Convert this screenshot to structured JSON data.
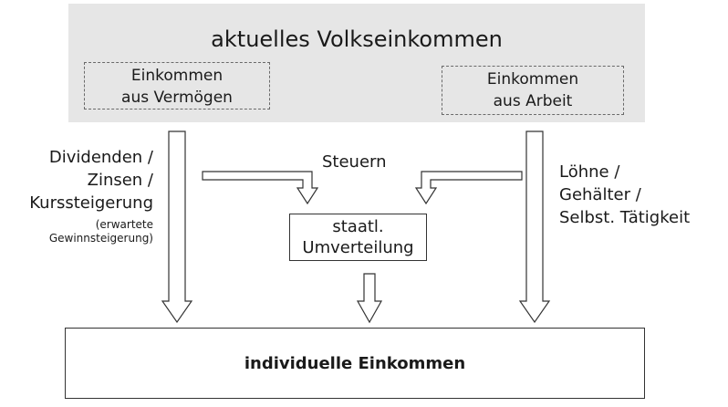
{
  "diagram": {
    "title": "aktuelles Volkseinkommen",
    "left_source": [
      "Einkommen",
      "aus Vermögen"
    ],
    "right_source": [
      "Einkommen",
      "aus Arbeit"
    ],
    "left_flow": [
      "Dividenden /",
      "Zinsen /",
      "Kurssteigerung"
    ],
    "left_flow_note": [
      "(erwartete",
      "Gewinnsteigerung)"
    ],
    "right_flow": [
      "Löhne /",
      "Gehälter /",
      "Selbst. Tätigkeit"
    ],
    "middle_flow": "Steuern",
    "redistribution": [
      "staatl.",
      "Umverteilung"
    ],
    "result": "individuelle Einkommen"
  }
}
